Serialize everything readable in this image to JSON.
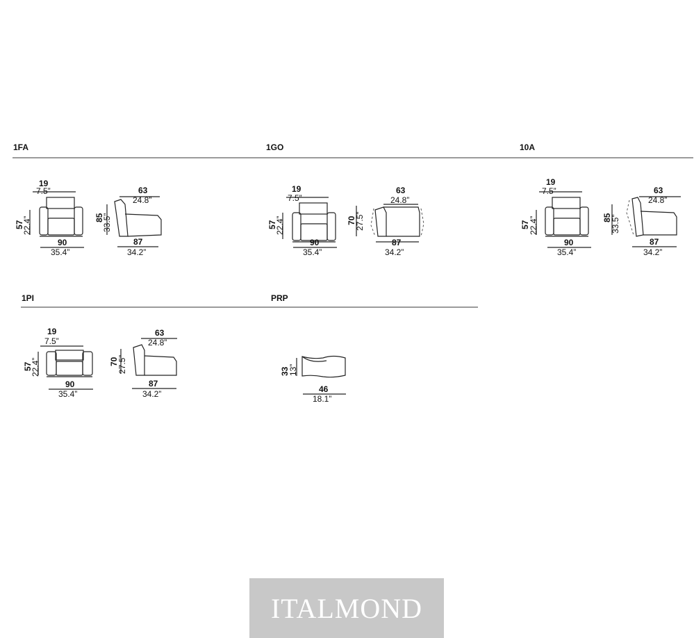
{
  "models": [
    {
      "code": "1FA",
      "front": {
        "depth_cm": "19",
        "depth_in": "7.5”",
        "height_cm": "57",
        "height_in": "22.4”",
        "width_cm": "90",
        "width_in": "35.4”"
      },
      "side": {
        "top_cm": "63",
        "top_in": "24.8”",
        "height_cm": "85",
        "height_in": "33.5”",
        "width_cm": "87",
        "width_in": "34.2”"
      }
    },
    {
      "code": "1GO",
      "front": {
        "depth_cm": "19",
        "depth_in": "7.5”",
        "height_cm": "57",
        "height_in": "22.4”",
        "width_cm": "90",
        "width_in": "35.4”"
      },
      "side": {
        "top_cm": "63",
        "top_in": "24.8”",
        "height_cm": "70",
        "height_in": "27.5”",
        "width_cm": "87",
        "width_in": "34.2”"
      }
    },
    {
      "code": "10A",
      "front": {
        "depth_cm": "19",
        "depth_in": "7.5”",
        "height_cm": "57",
        "height_in": "22.4”",
        "width_cm": "90",
        "width_in": "35.4”"
      },
      "side": {
        "top_cm": "63",
        "top_in": "24.8”",
        "height_cm": "85",
        "height_in": "33.5”",
        "width_cm": "87",
        "width_in": "34.2”"
      }
    },
    {
      "code": "1PI",
      "front": {
        "depth_cm": "19",
        "depth_in": "7.5”",
        "height_cm": "57",
        "height_in": "22.4”",
        "width_cm": "90",
        "width_in": "35.4”"
      },
      "side": {
        "top_cm": "63",
        "top_in": "24.8”",
        "height_cm": "70",
        "height_in": "27.5”",
        "width_cm": "87",
        "width_in": "34.2”"
      }
    },
    {
      "code": "PRP",
      "cushion": {
        "height_cm": "33",
        "height_in": "13”",
        "width_cm": "46",
        "width_in": "18.1”"
      }
    }
  ],
  "logo": {
    "text": "ITALMOND"
  }
}
